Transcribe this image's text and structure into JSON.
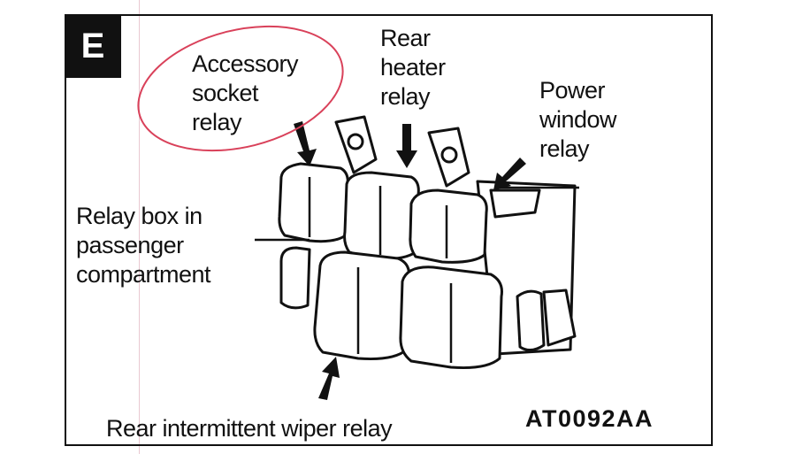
{
  "panel_letter": "E",
  "labels": {
    "accessory_socket_relay": [
      "Accessory",
      "socket",
      "relay"
    ],
    "rear_heater_relay": [
      "Rear",
      "heater",
      "relay"
    ],
    "power_window_relay": [
      "Power",
      "window",
      "relay"
    ],
    "relay_box": [
      "Relay box in",
      "passenger",
      "compartment"
    ],
    "rear_wiper_relay": "Rear intermittent wiper relay"
  },
  "figure_code": "AT0092AA",
  "colors": {
    "ink": "#111111",
    "annotation_circle": "#d9415a"
  }
}
